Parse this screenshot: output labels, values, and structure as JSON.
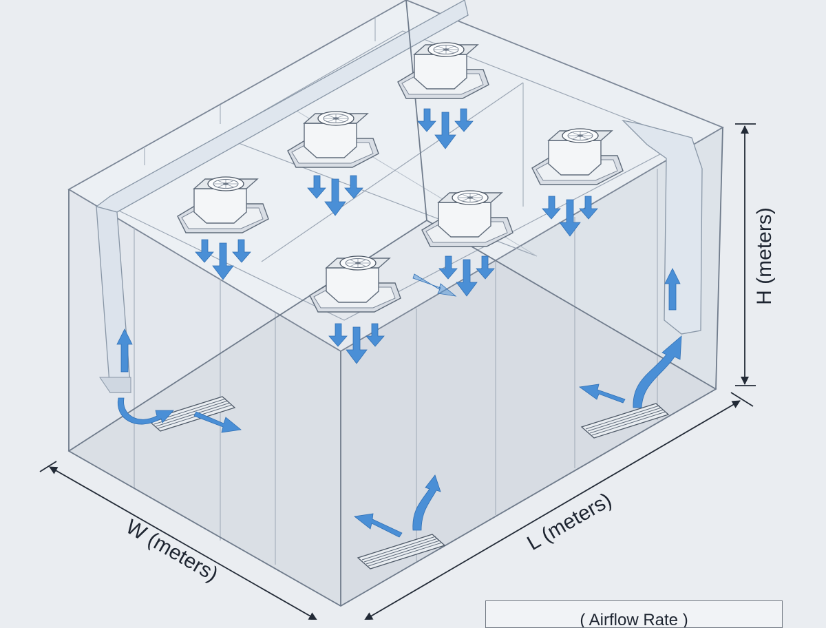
{
  "dimensions": {
    "width_label": "W (meters)",
    "length_label": "L (meters)",
    "height_label": "H (meters)"
  },
  "legend": {
    "label": "( Airflow Rate )"
  },
  "colors": {
    "background": "#eaedf1",
    "room_edge": "#7b8696",
    "airflow_arrow": "#4a8fd6",
    "floor": "#d5dae1",
    "duct": "#dce3ec",
    "diffuser": "#e6eaee",
    "dimension_line": "#222a36"
  },
  "icons": {
    "ceiling_unit": "fan-diffuser-icon",
    "floor_vent": "floor-grille-icon",
    "flow": "airflow-arrow-icon"
  }
}
